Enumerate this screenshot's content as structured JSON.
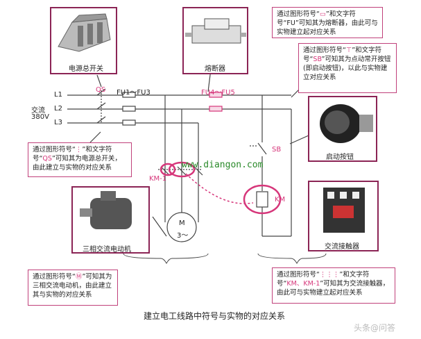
{
  "photos": {
    "main_switch_label": "电源总开关",
    "fuse_label": "熔断器",
    "start_button_label": "启动按钮",
    "contactor_label": "交流接触器",
    "motor_label": "三相交流电动机"
  },
  "callouts": {
    "fuse": {
      "pre": "通过图形符号“",
      "post": "”和文字符号“FU”可知其为熔断器，由此可与实物建立起对应关系"
    },
    "button": {
      "pre": "通过图形符号“",
      "mid": "”和文字符号“",
      "code": "SB",
      "post": "”可知其为点动常开按钮(即启动按钮)，以此与实物建立对应关系"
    },
    "switch": {
      "pre": "通过图形符号“",
      "mid": "”和文字符号“",
      "code": "QS",
      "post": "”可知其为电源总开关，由此建立与实物的对应关系"
    },
    "motor": {
      "pre": "通过图形符号“",
      "post": "”可知其为三相交流电动机，由此建立其与实物的对应关系"
    },
    "contactor": {
      "pre": "通过图形符号“",
      "mid": "”和文字符号“",
      "code": "KM、KM-1",
      "post": "”可知其为交流接触器，由此可与实物建立起对应关系"
    }
  },
  "schematic": {
    "l1": "L1",
    "l2": "L2",
    "l3": "L3",
    "ac": "交流",
    "voltage": "380V",
    "qs": "QS",
    "fu1": "FU1～FU3",
    "fu2": "FU4～FU5",
    "sb": "SB",
    "km": "KM",
    "km1": "KM-1",
    "motor_m": "M",
    "motor_3": "3～"
  },
  "site": "www.diangon.com",
  "caption": "建立电工线路中符号与实物的对应关系",
  "watermark": "头条@问答",
  "colors": {
    "accent": "#d6367a",
    "frame": "#8b2455",
    "wire": "#444444"
  }
}
